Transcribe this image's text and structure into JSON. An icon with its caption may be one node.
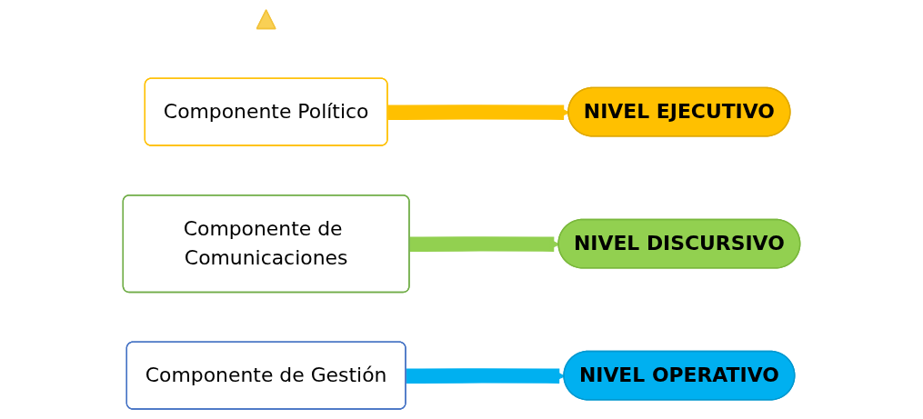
{
  "diagram": {
    "nodes": [
      {
        "text": [],
        "shape": "triangle"
      },
      {
        "text": [
          "Componente Político"
        ]
      },
      {
        "text": [
          "NIVEL EJECUTIVO"
        ]
      },
      {
        "text": [
          "Componente de Comunicaciones"
        ]
      },
      {
        "text": [
          "NIVEL DISCURSIVO"
        ]
      },
      {
        "text": [
          "Componente de Gestión"
        ]
      },
      {
        "text": [
          "NIVEL OPERATIVO"
        ]
      }
    ],
    "edges": [
      {
        "from": 1,
        "to": 2,
        "arrow": "to",
        "color": "#ffc000"
      },
      {
        "from": 3,
        "to": 4,
        "arrow": "to",
        "color": "#92d050"
      },
      {
        "from": 5,
        "to": 6,
        "arrow": "to",
        "color": "#00b0f0"
      }
    ]
  }
}
